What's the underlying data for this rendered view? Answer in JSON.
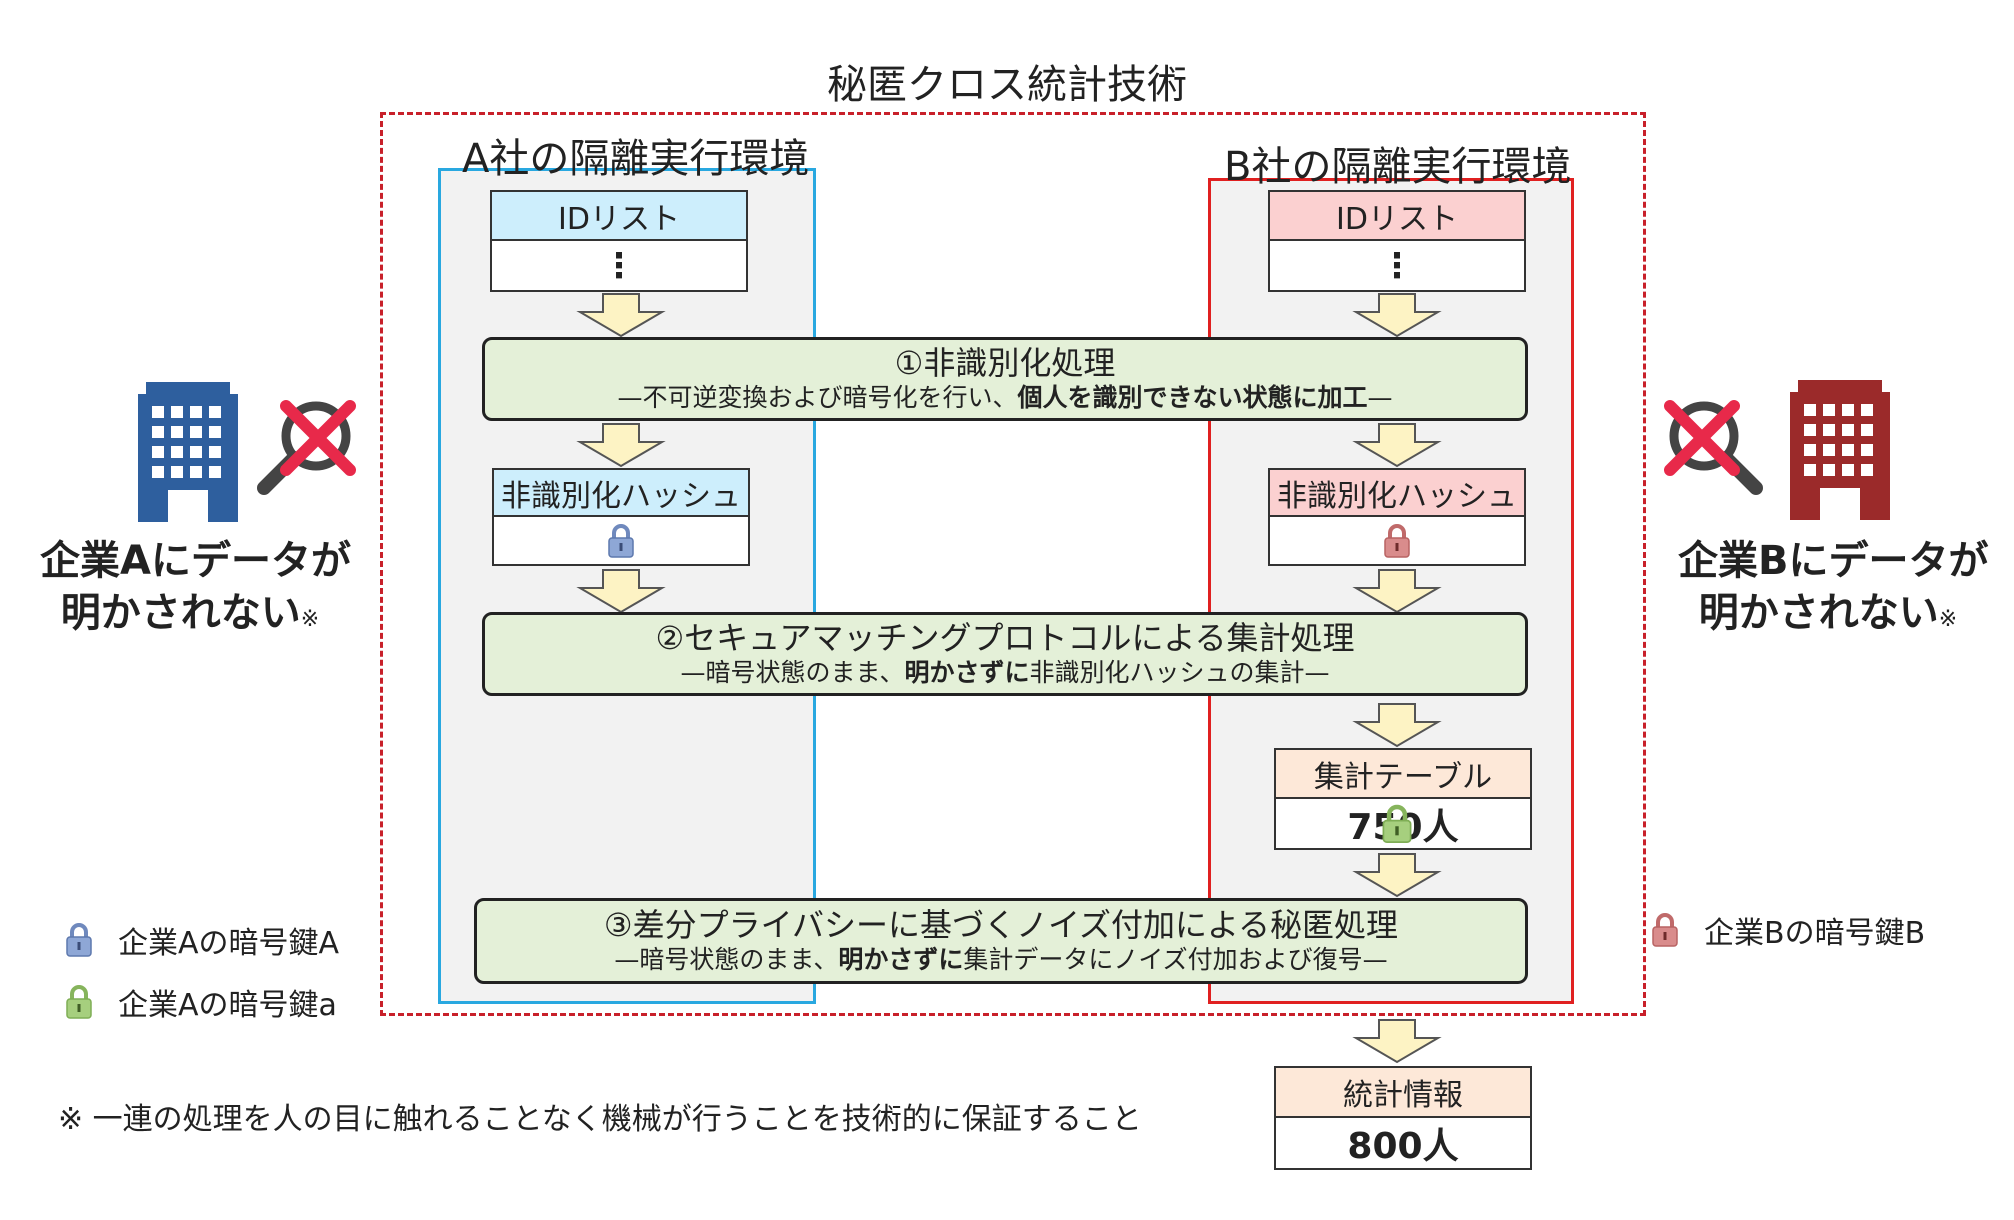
{
  "title": "秘匿クロス統計技術",
  "env_a": {
    "label": "A社の隔離実行環境",
    "id_list": {
      "header": "IDリスト",
      "body": "⋮"
    },
    "hash": {
      "header": "非識別化ハッシュ"
    }
  },
  "env_b": {
    "label": "B社の隔離実行環境",
    "id_list": {
      "header": "IDリスト",
      "body": "⋮"
    },
    "hash": {
      "header": "非識別化ハッシュ"
    },
    "aggregate": {
      "header": "集計テーブル",
      "value": "750人"
    }
  },
  "process1": {
    "title": "①非識別化処理",
    "desc_pre": "—不可逆変換および暗号化を行い、",
    "desc_bold": "個人を識別できない状態に加工",
    "desc_post": "—"
  },
  "process2": {
    "title": "②セキュアマッチングプロトコルによる集計処理",
    "desc_pre": "—暗号状態のまま、",
    "desc_bold": "明かさずに",
    "desc_post": "非識別化ハッシュの集計—"
  },
  "process3": {
    "title": "③差分プライバシーに基づくノイズ付加による秘匿処理",
    "desc_pre": "—暗号状態のまま、",
    "desc_bold": "明かさずに",
    "desc_post": "集計データにノイズ付加および復号—"
  },
  "stats": {
    "header": "統計情報",
    "value": "800人"
  },
  "company_a": {
    "line1": "企業Aにデータが",
    "line2": "明かされない",
    "mark": "※"
  },
  "company_b": {
    "line1": "企業Bにデータが",
    "line2": "明かされない",
    "mark": "※"
  },
  "legend": {
    "key_a_upper": "企業Aの暗号鍵A",
    "key_a_lower": "企業Aの暗号鍵a",
    "key_b": "企業Bの暗号鍵B"
  },
  "footnote": "※ 一連の処理を人の目に触れることなく機械が行うことを技術的に保証すること",
  "colors": {
    "blue_env": "#29a8e0",
    "red_env": "#e02020",
    "dashed_border": "#c8202a",
    "process_fill": "#e4f0d8",
    "arrow_fill": "#fdf3c4",
    "building_a": "#2e5f9e",
    "building_b": "#9b2a2a",
    "cross": "#e8294a",
    "lock_blue": "#8ea7d6",
    "lock_red": "#d98c8c",
    "lock_green": "#a6cf7e"
  }
}
